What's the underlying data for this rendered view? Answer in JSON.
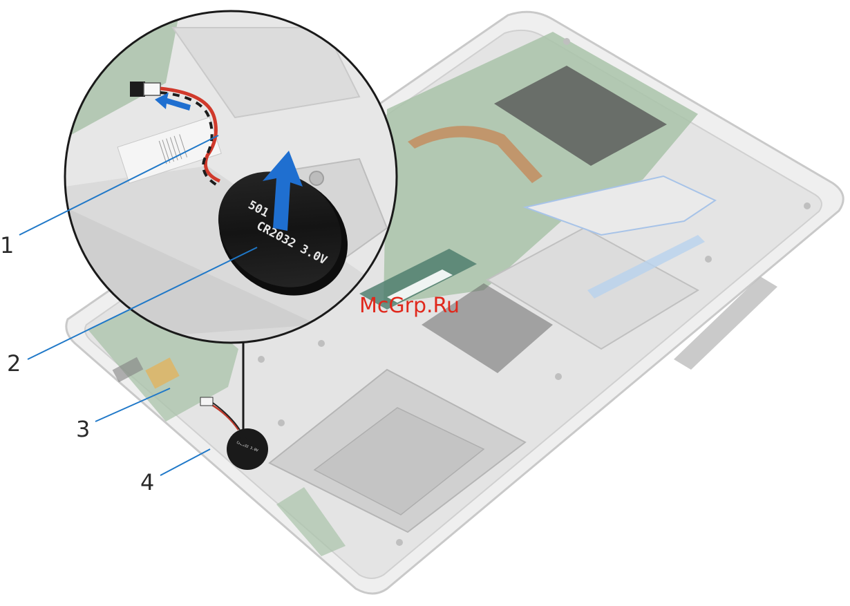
{
  "callouts": [
    {
      "num": "1"
    },
    {
      "num": "2"
    },
    {
      "num": "3"
    },
    {
      "num": "4"
    }
  ],
  "battery": {
    "label_line1": "501",
    "label_line2": "CR2032 3.0V"
  },
  "watermark": "McGrp.Ru",
  "colors": {
    "leader_line": "#1f78c8",
    "arrow_blue": "#1f6fd0",
    "battery": "#1a1a1a",
    "board": "#9db79d",
    "chassis": "#e9e9e9",
    "watermark": "#e0281c"
  }
}
